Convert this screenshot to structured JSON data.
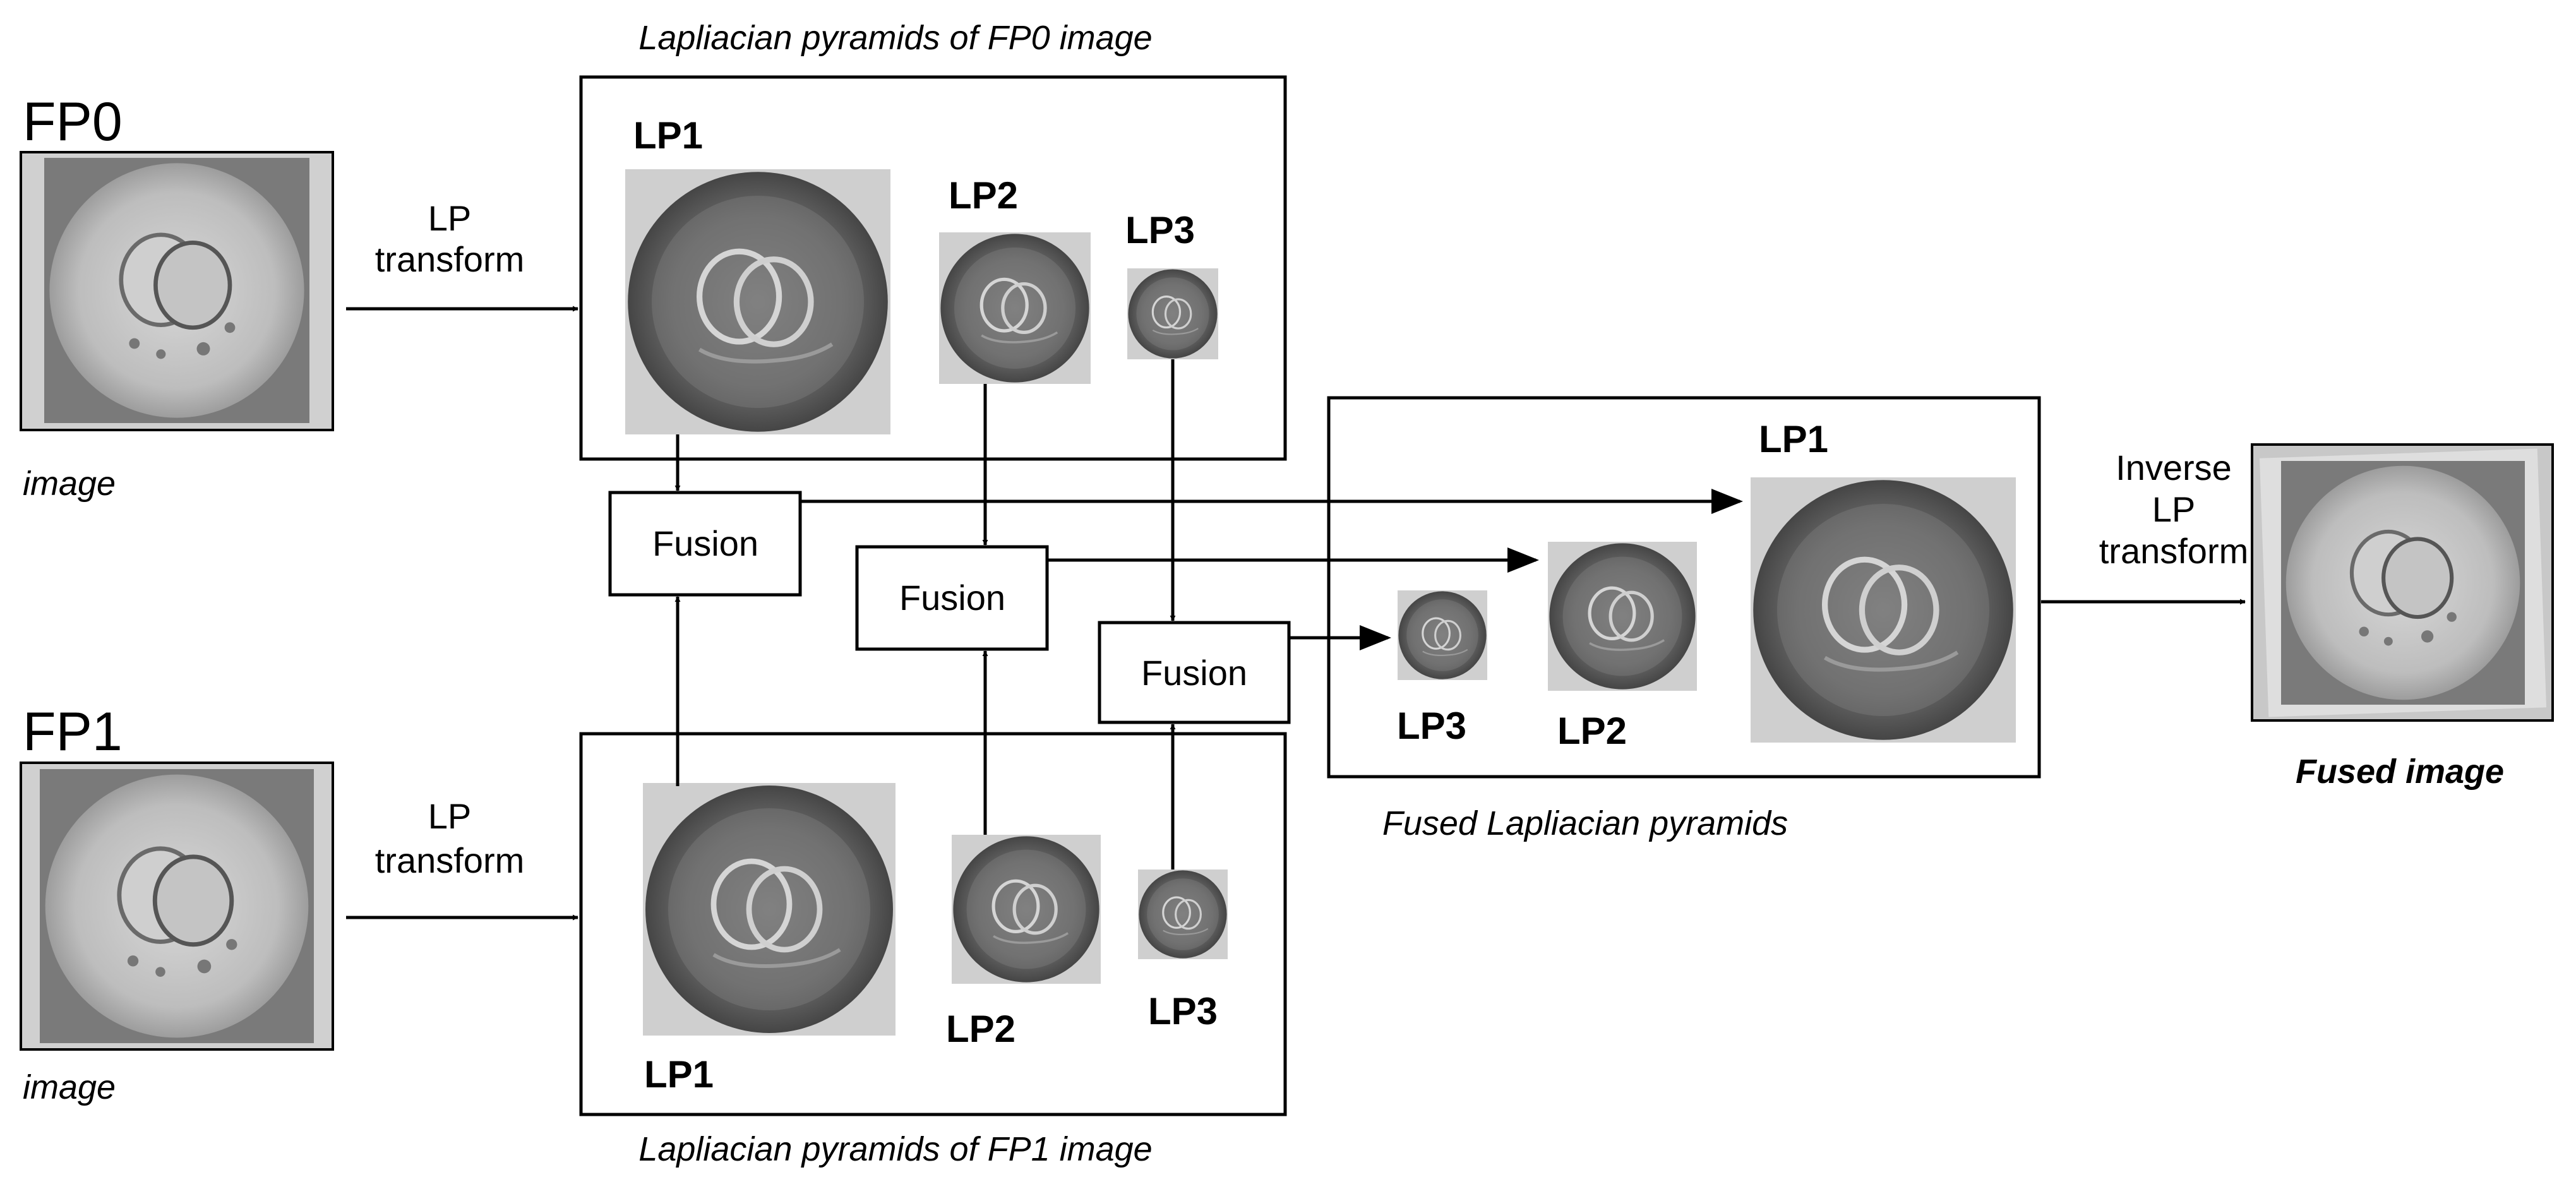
{
  "fp0": {
    "title": "FP0",
    "caption": "image"
  },
  "fp1": {
    "title": "FP1",
    "caption": "image"
  },
  "lp_transform": {
    "line1": "LP",
    "line2": "transform"
  },
  "pyramid_fp0": {
    "title": "Lapliacian pyramids of FP0 image",
    "lp1": "LP1",
    "lp2": "LP2",
    "lp3": "LP3"
  },
  "pyramid_fp1": {
    "title": "Lapliacian pyramids of FP1 image",
    "lp1": "LP1",
    "lp2": "LP2",
    "lp3": "LP3"
  },
  "fusion_label": "Fusion",
  "fused_pyramid": {
    "title": "Fused Lapliacian pyramids",
    "lp1": "LP1",
    "lp2": "LP2",
    "lp3": "LP3"
  },
  "inverse": {
    "line1": "Inverse",
    "line2": "LP",
    "line3": "transform"
  },
  "result": {
    "caption": "Fused image"
  }
}
